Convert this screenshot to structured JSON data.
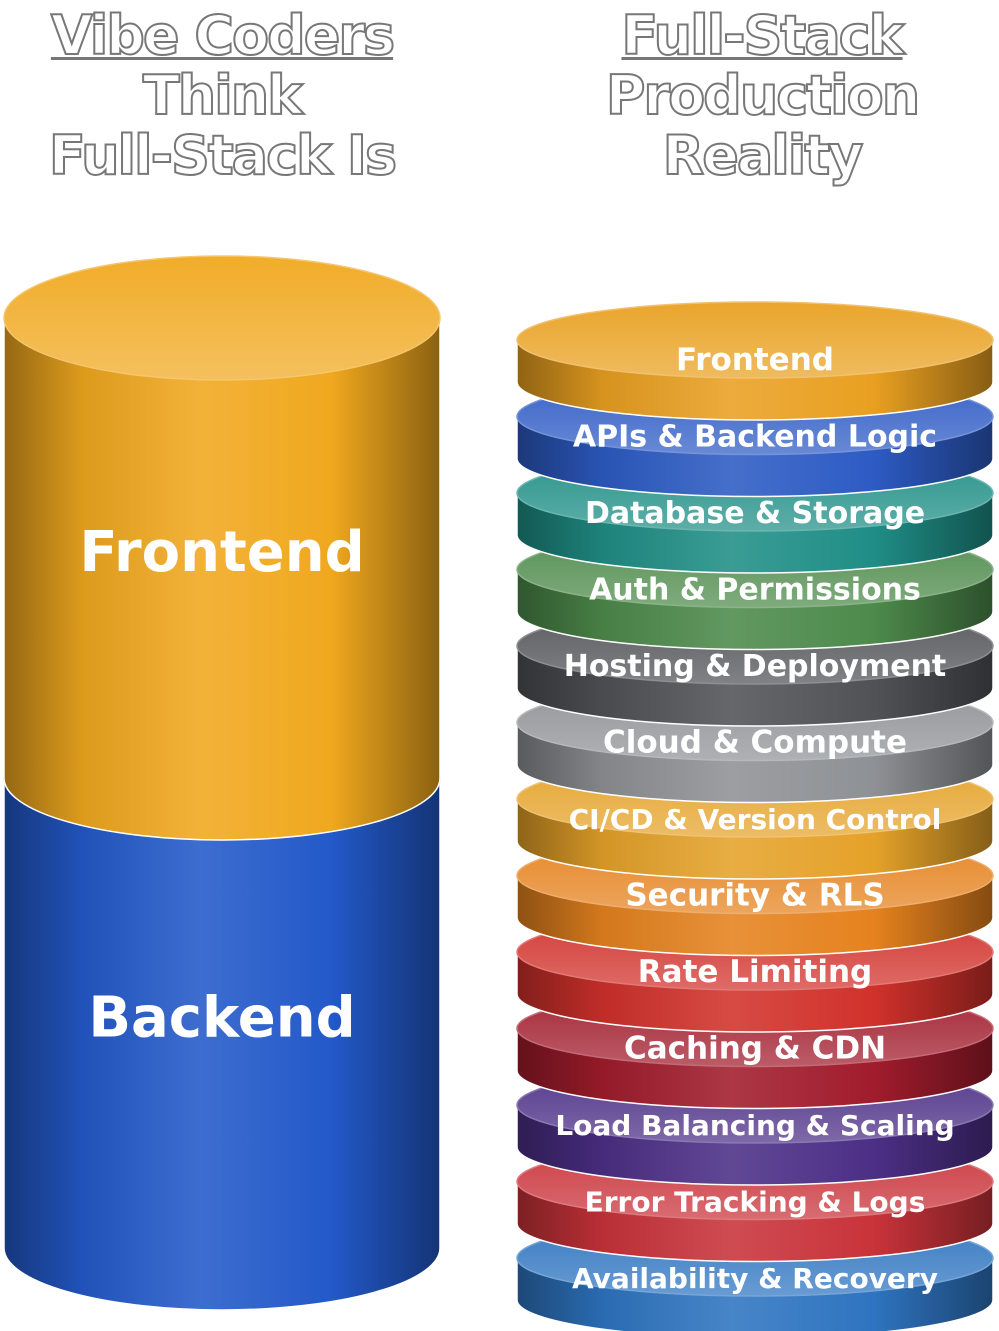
{
  "headings": {
    "left": [
      "Vibe Coders",
      "Think",
      "Full-Stack Is"
    ],
    "right": [
      "Full-Stack",
      "Production",
      "Reality"
    ]
  },
  "left_stack": [
    {
      "label": "Frontend",
      "color": "#F0A81E"
    },
    {
      "label": "Backend",
      "color": "#2359C9"
    }
  ],
  "right_stack": [
    {
      "label": "Frontend",
      "color": "#E9A021"
    },
    {
      "label": "APIs & Backend Logic",
      "color": "#2D5BC4"
    },
    {
      "label": "Database & Storage",
      "color": "#1F8E86"
    },
    {
      "label": "Auth & Permissions",
      "color": "#4D8A4B"
    },
    {
      "label": "Hosting & Deployment",
      "color": "#505256"
    },
    {
      "label": "Cloud & Compute",
      "color": "#8E9195"
    },
    {
      "label": "CI/CD & Version Control",
      "color": "#E5A229"
    },
    {
      "label": "Security & RLS",
      "color": "#E5821E"
    },
    {
      "label": "Rate Limiting",
      "color": "#D1312B"
    },
    {
      "label": "Caching & CDN",
      "color": "#A11C2C"
    },
    {
      "label": "Load Balancing & Scaling",
      "color": "#4C2F86"
    },
    {
      "label": "Error Tracking & Logs",
      "color": "#C9333A"
    },
    {
      "label": "Availability & Recovery",
      "color": "#2E74C0"
    }
  ]
}
